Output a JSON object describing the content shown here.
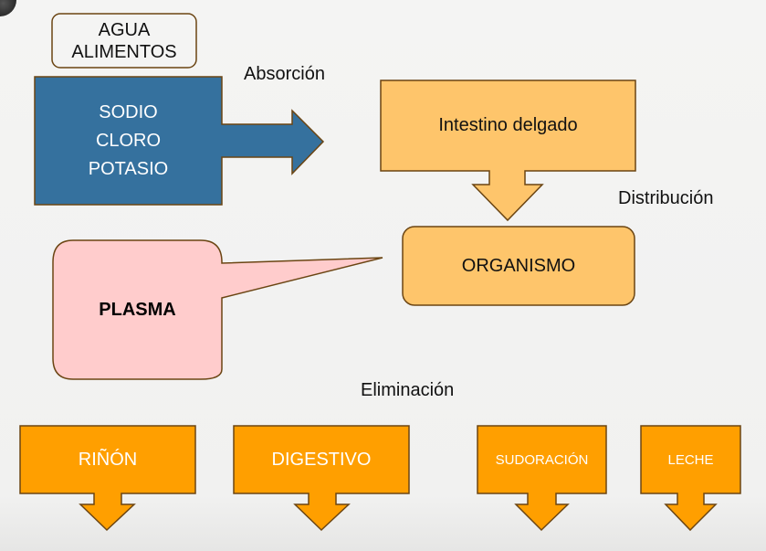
{
  "colors": {
    "blue": "#35719e",
    "light_orange": "#fec56b",
    "orange": "#ff9f00",
    "pink": "#ffcccc",
    "outline": "#6b4513",
    "white_text": "#ffffff",
    "dark_text": "#111111"
  },
  "inputs_box": {
    "lines": [
      "AGUA",
      "ALIMENTOS"
    ]
  },
  "electrolytes_arrow": {
    "lines": [
      "SODIO",
      "CLORO",
      "POTASIO"
    ]
  },
  "labels": {
    "absorption": "Absorción",
    "distribution": "Distribución",
    "elimination": "Eliminación"
  },
  "intestine_box": {
    "label": "Intestino delgado"
  },
  "organism_box": {
    "label": "ORGANISMO"
  },
  "plasma_callout": {
    "label": "PLASMA"
  },
  "elimination_routes": [
    {
      "label": "RIÑÓN"
    },
    {
      "label": "DIGESTIVO"
    },
    {
      "label": "SUDORACIÓN"
    },
    {
      "label": "LECHE"
    }
  ]
}
